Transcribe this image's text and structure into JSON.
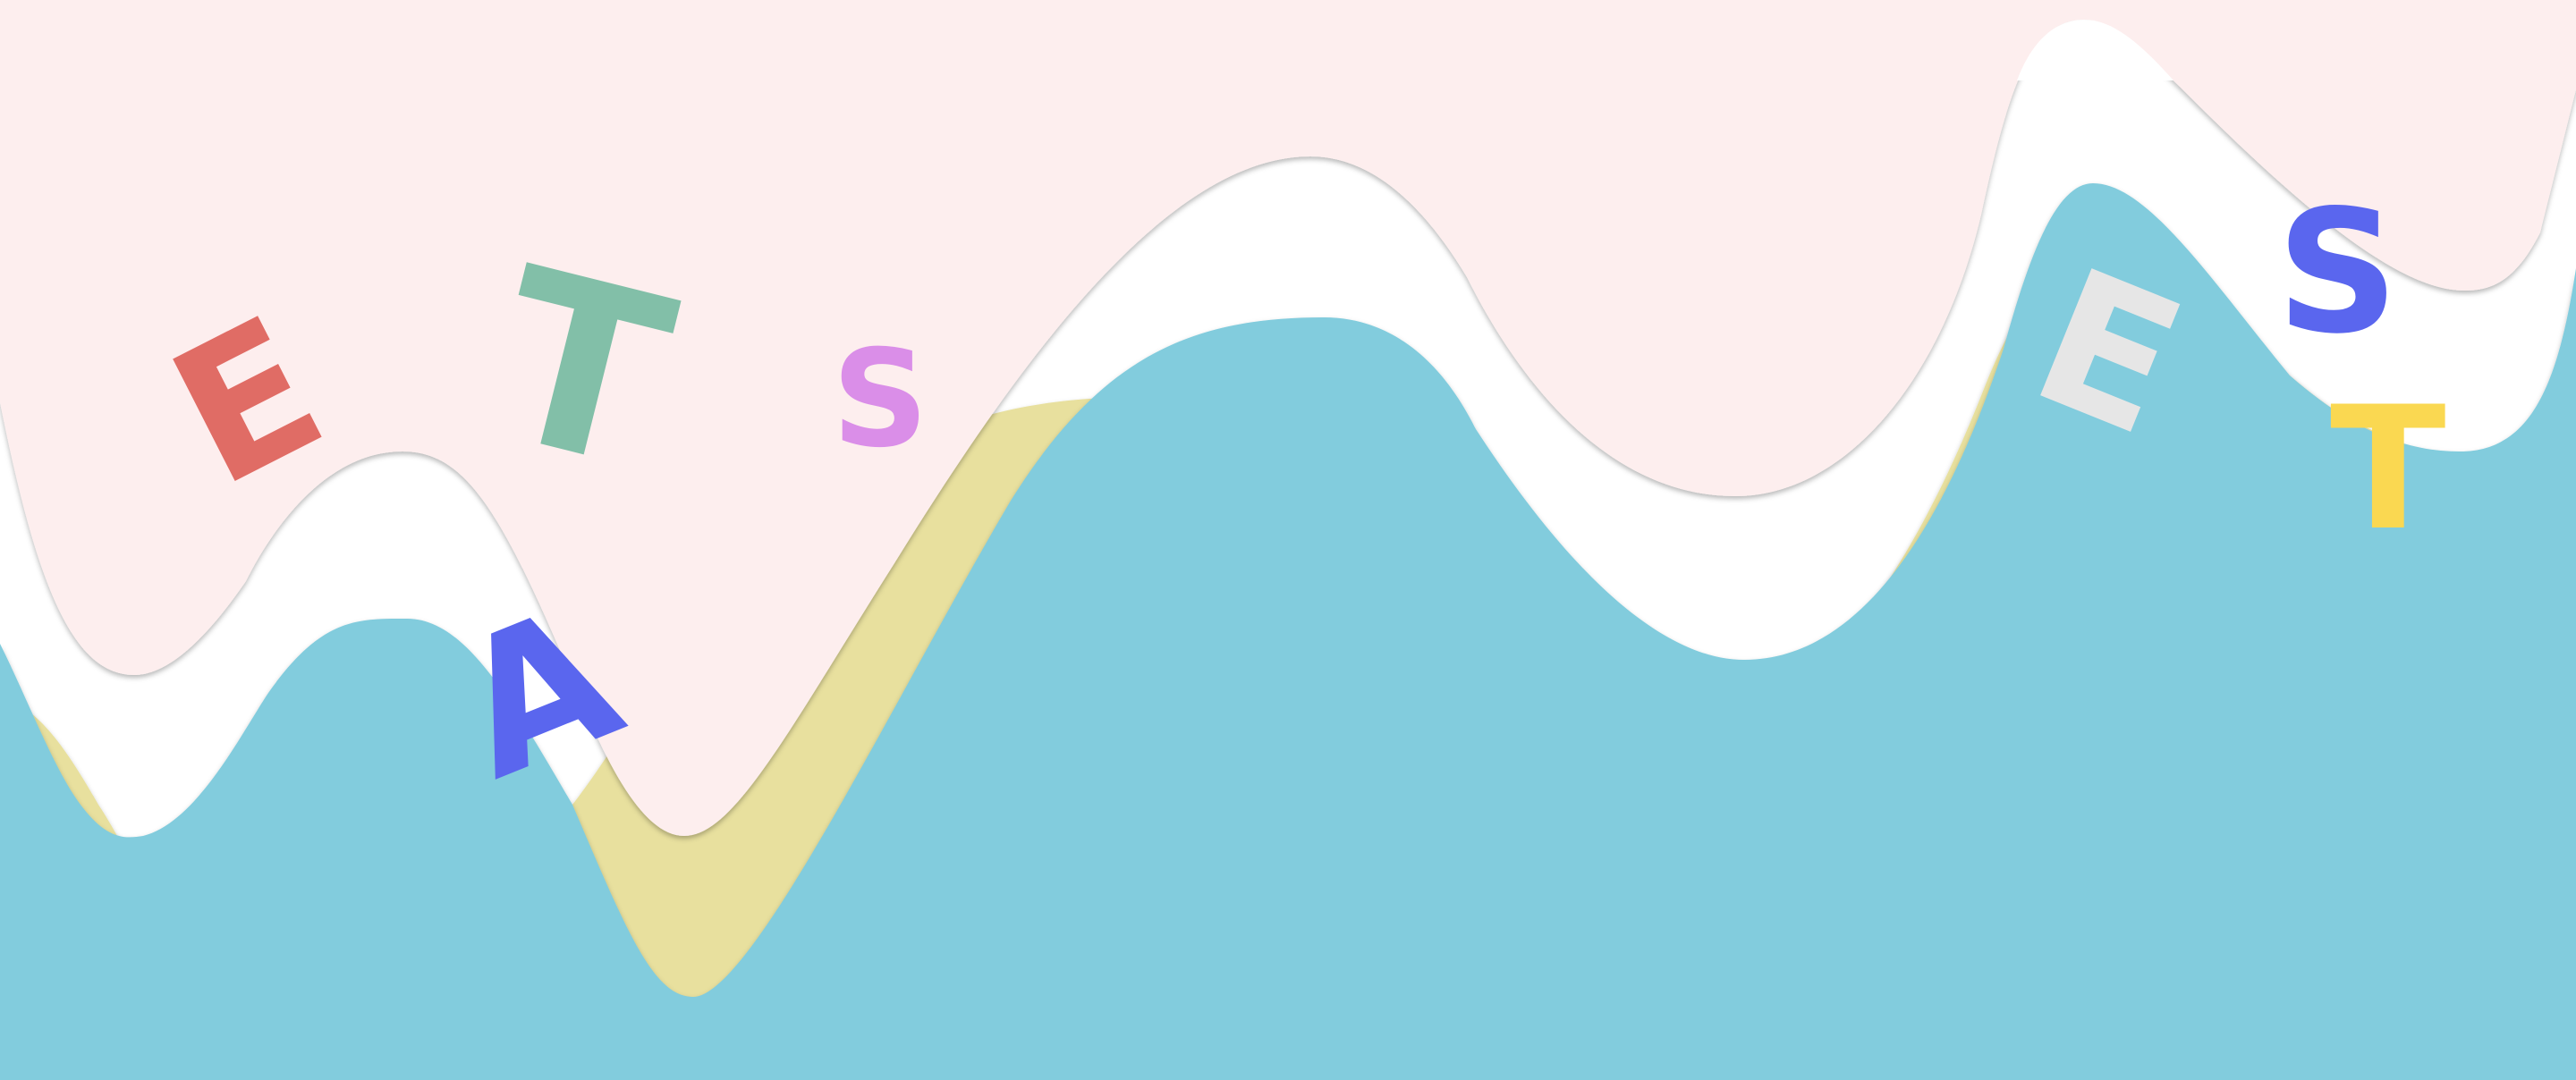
{
  "colors": {
    "background": "#ffffff",
    "pink_layer": "#fdeeee",
    "blue_layer": "#82ccdd",
    "yellow_layer": "#e8e09e"
  },
  "letters": [
    {
      "id": "e1",
      "char": "E",
      "color": "#e06c65"
    },
    {
      "id": "t1",
      "char": "T",
      "color": "#82bfa8"
    },
    {
      "id": "s1",
      "char": "S",
      "color": "#da8ee8"
    },
    {
      "id": "a1",
      "char": "A",
      "color": "#5a66ee"
    },
    {
      "id": "e2",
      "char": "E",
      "color": "#e6e6e6"
    },
    {
      "id": "s2",
      "char": "S",
      "color": "#5a66ee"
    },
    {
      "id": "t2",
      "char": "T",
      "color": "#fad851"
    }
  ]
}
